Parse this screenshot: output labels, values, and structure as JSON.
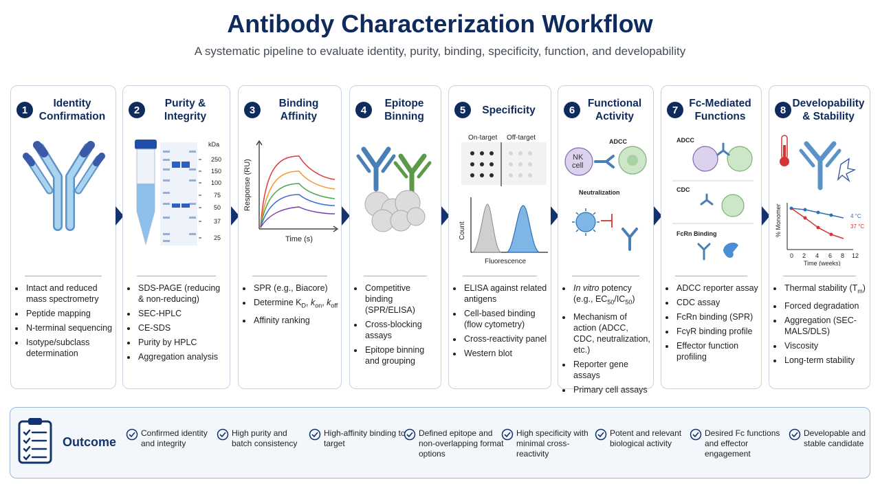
{
  "title": "Antibody Characterization Workflow",
  "subtitle": "A systematic pipeline to evaluate identity, purity, binding, specificity, function, and developability",
  "steps": [
    {
      "num": "1",
      "title_l1": "Identity",
      "title_l2": "Confirmation",
      "items": [
        "Intact and reduced mass spectrometry",
        "Peptide mapping",
        "N-terminal sequencing",
        "Isotype/subclass determination"
      ]
    },
    {
      "num": "2",
      "title_l1": "Purity &",
      "title_l2": "Integrity",
      "items": [
        "SDS-PAGE (reducing & non-reducing)",
        "SEC-HPLC",
        "CE-SDS",
        "Purity by HPLC",
        "Aggregation analysis"
      ],
      "gel": {
        "unit": "kDa",
        "markers": [
          "250",
          "150",
          "100",
          "75",
          "50",
          "37",
          "25"
        ]
      }
    },
    {
      "num": "3",
      "title_l1": "Binding Affinity",
      "title_l2": "",
      "items": [
        "SPR (e.g., Biacore)",
        "Determine K",
        "Affinity ranking"
      ],
      "kd": {
        "main": "Determine K",
        "sub": "D",
        "k": "k",
        "on": "on",
        "off": "off"
      },
      "chart": {
        "ylabel": "Response (RU)",
        "xlabel": "Time (s)"
      }
    },
    {
      "num": "4",
      "title_l1": "Epitope",
      "title_l2": "Binning",
      "items": [
        "Competitive binding (SPR/ELISA)",
        "Cross-blocking assays",
        "Epitope binning and grouping"
      ]
    },
    {
      "num": "5",
      "title_l1": "Specificity",
      "title_l2": "",
      "items": [
        "ELISA against related antigens",
        "Cell-based binding (flow cytometry)",
        "Cross-reactivity panel",
        "Western blot"
      ],
      "dots": {
        "left": "On-target",
        "right": "Off-target"
      },
      "flow": {
        "ylabel": "Count",
        "xlabel": "Fluorescence"
      }
    },
    {
      "num": "6",
      "title_l1": "Functional",
      "title_l2": "Activity",
      "items": [
        "In vitro potency (e.g., EC50/IC50)",
        "Mechanism of action (ADCC, CDC, neutralization, etc.)",
        "Reporter gene assays",
        "Primary cell assays"
      ],
      "labels": {
        "adcc": "ADCC",
        "nk": "NK",
        "cell": "cell",
        "neutralization": "Neutralization"
      },
      "potency": {
        "italic": "In vitro",
        "rest": " potency",
        "eg": "(e.g., EC",
        "s1": "50",
        "slash": "/IC",
        "s2": "50",
        "close": ")"
      }
    },
    {
      "num": "7",
      "title_l1": "Fc-Mediated",
      "title_l2": "Functions",
      "items": [
        "ADCC reporter assay",
        "CDC assay",
        "FcRn binding (SPR)",
        "FcγR binding profile",
        "Effector function profiling"
      ],
      "labels": {
        "adcc": "ADCC",
        "cdc": "CDC",
        "fcrn": "FcRn Binding"
      }
    },
    {
      "num": "8",
      "title_l1": "Developability",
      "title_l2": "& Stability",
      "items": [
        "Thermal stability (T",
        "Forced degradation",
        "Aggregation (SEC-MALS/DLS)",
        "Viscosity",
        "Long-term stability"
      ],
      "tm_sub": "m",
      "tm_close": ")",
      "chart": {
        "ylabel": "% Monomer",
        "xlabel": "Time (weeks)",
        "ticks": [
          "0",
          "2",
          "4",
          "6",
          "8",
          "12"
        ],
        "series": [
          "4 °C",
          "37 °C"
        ]
      }
    }
  ],
  "outcome": {
    "title": "Outcome",
    "items": [
      "Confirmed identity and integrity",
      "High purity and batch consistency",
      "High-affinity binding to target",
      "Defined epitope and non-overlapping format options",
      "High specificity with minimal cross-reactivity",
      "Potent and relevant biological activity",
      "Desired Fc functions and effector engagement",
      "Developable and stable candidate"
    ]
  },
  "colors": {
    "navy": "#0f2a5c",
    "accent": "#12336e",
    "antibody": "#8ec3e6",
    "gel": "#2a5fc4"
  }
}
